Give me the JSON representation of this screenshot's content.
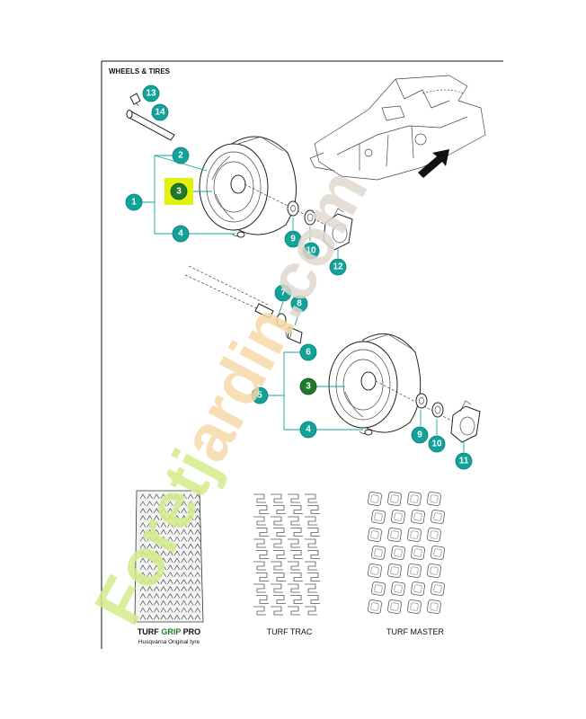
{
  "section": {
    "title": "WHEELS & TIRES"
  },
  "callouts": {
    "c13": "13",
    "c14": "14",
    "c2a": "2",
    "c3a": "3",
    "c1": "1",
    "c4a": "4",
    "c9a": "9",
    "c10a": "10",
    "c12": "12",
    "c7": "7",
    "c8": "8",
    "c6": "6",
    "c3b": "3",
    "c5": "5",
    "c4b": "4",
    "c9b": "9",
    "c10b": "10",
    "c11": "11"
  },
  "treads": {
    "turf_grip_pro": {
      "name_part1": "TURF ",
      "name_part2": "GRIP",
      "name_part3": " PRO",
      "note": "Husqvarna Original tyre"
    },
    "turf_trac": {
      "name": "TURF TRAC"
    },
    "turf_master": {
      "name": "TURF MASTER"
    }
  },
  "watermark": {
    "text": "Foretjardin.com"
  },
  "colors": {
    "callout": "#11a39a",
    "highlight": "#e2f20c",
    "highlight_callout": "#1f7a2a",
    "watermark_green": "#d4ec8a",
    "watermark_orange": "#f7d9a8",
    "watermark_gray": "#e0d9cf"
  }
}
